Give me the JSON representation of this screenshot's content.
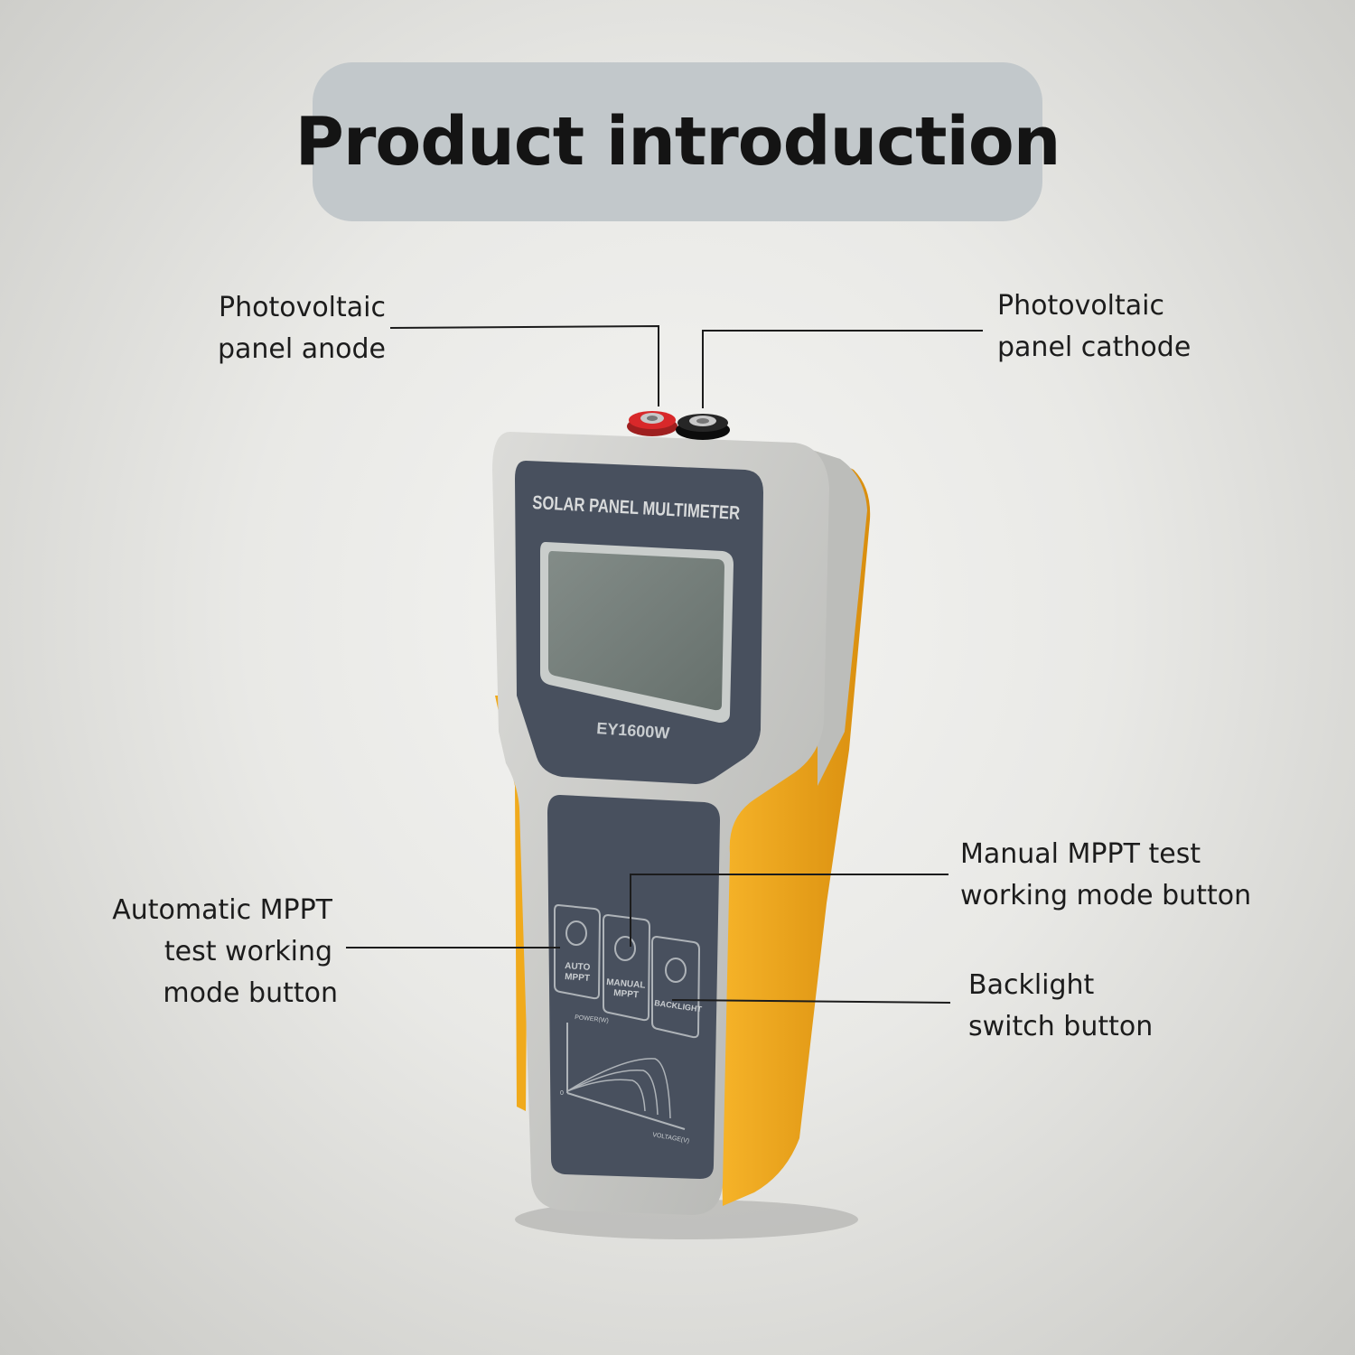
{
  "title": "Product introduction",
  "device": {
    "brand_text": "SOLAR PANEL MULTIMETER",
    "model": "EY1600W",
    "buttons": [
      {
        "line1": "AUTO",
        "line2": "MPPT"
      },
      {
        "line1": "MANUAL",
        "line2": "MPPT"
      },
      {
        "line1": "BACKLIGHT",
        "line2": ""
      }
    ],
    "graph": {
      "ylabel": "POWER(W)",
      "xlabel": "VOLTAGE(V)",
      "origin": "0"
    },
    "colors": {
      "body": "#c8c9c6",
      "side": "#f0aa1c",
      "panel": "#48505e",
      "lcd": "#737c78",
      "anode": "#d8282a",
      "cathode": "#1c1c1c"
    }
  },
  "callouts": {
    "anode": [
      "Photovoltaic",
      "panel anode"
    ],
    "cathode": [
      "Photovoltaic",
      "panel cathode"
    ],
    "manual": [
      "Manual MPPT test",
      "working mode button"
    ],
    "auto": [
      "Automatic MPPT",
      "test working",
      "mode button"
    ],
    "backlight": [
      "Backlight",
      "switch button"
    ]
  }
}
